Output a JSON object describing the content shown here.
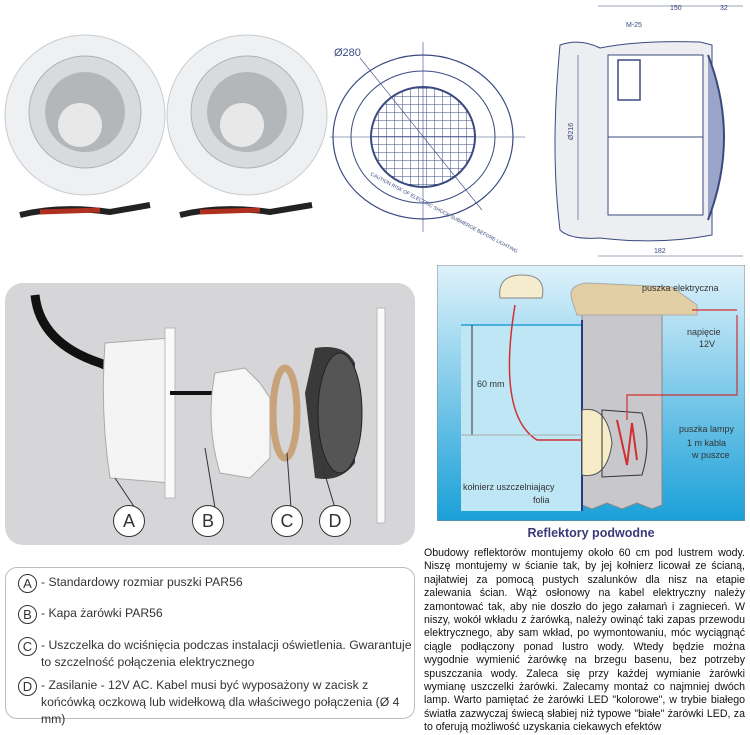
{
  "technical_drawing": {
    "front_diameter": "Ø280",
    "front_ring_text": "CAUTION RISK OF ELECTRIC SHOCK SUBMERGE BEFORE LIGHTING",
    "side_dim_top_1": "150",
    "side_dim_top_2": "32",
    "side_thread": "M-25",
    "side_diameter": "Ø216",
    "side_dim_bottom": "182"
  },
  "exploded_view": {
    "labels": [
      "A",
      "B",
      "C",
      "D"
    ]
  },
  "legend": {
    "items": [
      {
        "letter": "A",
        "text": "- Standardowy rozmiar puszki PAR56"
      },
      {
        "letter": "B",
        "text": "- Kapa żarówki PAR56"
      },
      {
        "letter": "C",
        "text": "- Uszczelka do wciśnięcia podczas instalacji oświetlenia. Gwarantuje to szczelność połączenia elektrycznego"
      },
      {
        "letter": "D",
        "text": "- Zasilanie - 12V AC. Kabel musi być wyposażony w zacisk z końcówką oczkową lub widełkową dla właściwego połączenia (Ø 4 mm)"
      }
    ]
  },
  "install_diagram": {
    "junction_box": "puszka elektryczna",
    "voltage_1": "napięcie",
    "voltage_2": "12V",
    "depth": "60 mm",
    "lamp_box": "puszka lampy",
    "cable_1": "1 m kabla",
    "cable_2": "w puszce",
    "seal_flange": "kołnierz uszczelniający",
    "foil": "folia",
    "colors": {
      "water": "#bfe6f5",
      "background": "#1aa0d8",
      "wall": "#c8c8cc",
      "cable": "#d03030"
    }
  },
  "article": {
    "title": "Reflektory podwodne",
    "body": "Obudowy reflektorów montujemy około 60 cm pod lustrem wody. Niszę montujemy w ścianie tak, by jej kołnierz licował ze ścianą, najłatwiej za pomocą pustych  szalunków  dla nisz na etapie zalewania ścian. Wąż osłonowy na kabel elektryczny należy zamontować tak, aby nie doszło do jego załamań i zagnieceń. W niszy, wokół wkładu z żarówką, należy owinąć taki zapas przewodu elektrycznego, aby sam wkład, po wymontowaniu, móc wyciągnąć ciągle podłączony ponad lustro wody. Wtedy będzie można wygodnie wymienić żarówkę na brzegu basenu, bez potrzeby spuszczania wody. Zaleca się przy każdej wymianie żarówki wymianę uszczelki żarówki. Zalecamy montaż co najmniej dwóch lamp. Warto pamiętać że żarówki LED \"kolorowe\", w trybie białego światła zazwyczaj świecą słabiej niż typowe \"białe\" żarówki LED, za to oferują możliwość uzyskania ciekawych efektów"
  }
}
